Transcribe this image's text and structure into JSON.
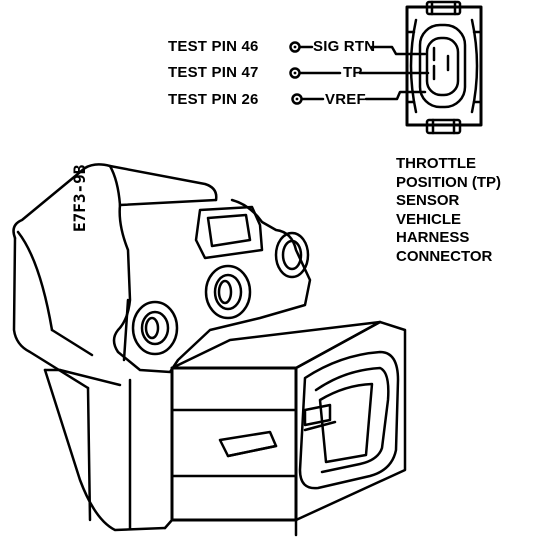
{
  "pins": [
    {
      "test": "TEST PIN 46",
      "signal": "SIG RTN"
    },
    {
      "test": "TEST PIN 47",
      "signal": "TP"
    },
    {
      "test": "TEST PIN 26",
      "signal": "VREF"
    }
  ],
  "caption_lines": [
    "THROTTLE",
    "POSITION (TP)",
    "SENSOR",
    "VEHICLE",
    "HARNESS",
    "CONNECTOR"
  ],
  "part_stamp": "E7F3-9B",
  "colors": {
    "ink": "#000000",
    "paper": "#ffffff"
  }
}
